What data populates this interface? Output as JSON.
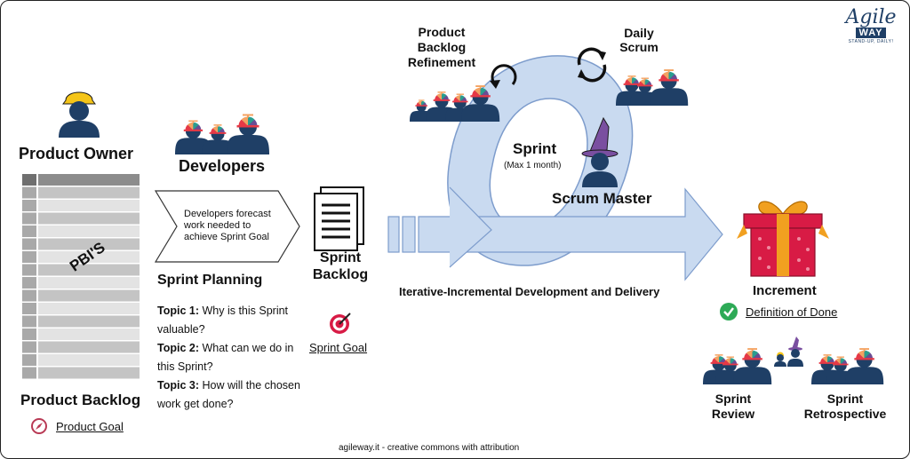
{
  "logo": {
    "line1": "Agile",
    "line2": "WAY",
    "tagline": "STAND-UP, DAILY!"
  },
  "product_owner": {
    "label": "Product Owner"
  },
  "product_backlog": {
    "label": "Product Backlog",
    "pbi_label": "PBI'S",
    "goal_link": "Product Goal"
  },
  "developers": {
    "label": "Developers"
  },
  "planning": {
    "arrow_text": "Developers forecast work needed to achieve Sprint Goal",
    "title": "Sprint Planning",
    "topics": [
      {
        "label": "Topic 1:",
        "text": " Why is this Sprint valuable?"
      },
      {
        "label": "Topic 2:",
        "text": " What can we do in this Sprint?"
      },
      {
        "label": "Topic 3:",
        "text": " How will the chosen work get done?"
      }
    ]
  },
  "sprint_backlog": {
    "line1": "Sprint",
    "line2": "Backlog",
    "goal_link": "Sprint Goal"
  },
  "refinement": {
    "line1": "Product",
    "line2": "Backlog",
    "line3": "Refinement"
  },
  "daily_scrum": {
    "line1": "Daily",
    "line2": "Scrum"
  },
  "sprint": {
    "title": "Sprint",
    "subtitle": "(Max 1 month)"
  },
  "scrum_master": {
    "label": "Scrum Master"
  },
  "development": {
    "label": "Iterative-Incremental Development and Delivery"
  },
  "increment": {
    "label": "Increment",
    "dod_link": "Definition of Done"
  },
  "review": {
    "line1": "Sprint",
    "line2": "Review"
  },
  "retrospective": {
    "line1": "Sprint",
    "line2": "Retrospective"
  },
  "footer": {
    "credit": "agileway.it - creative commons with attribution"
  },
  "colors": {
    "person": "#1f3f66",
    "hard_hat": "#f5c518",
    "flow": "#c9daf0",
    "flow_stroke": "#7d9ccc",
    "gift": "#d81b45",
    "ribbon": "#f1a020",
    "check": "#2daa56",
    "hat": "#7a4fa0"
  }
}
